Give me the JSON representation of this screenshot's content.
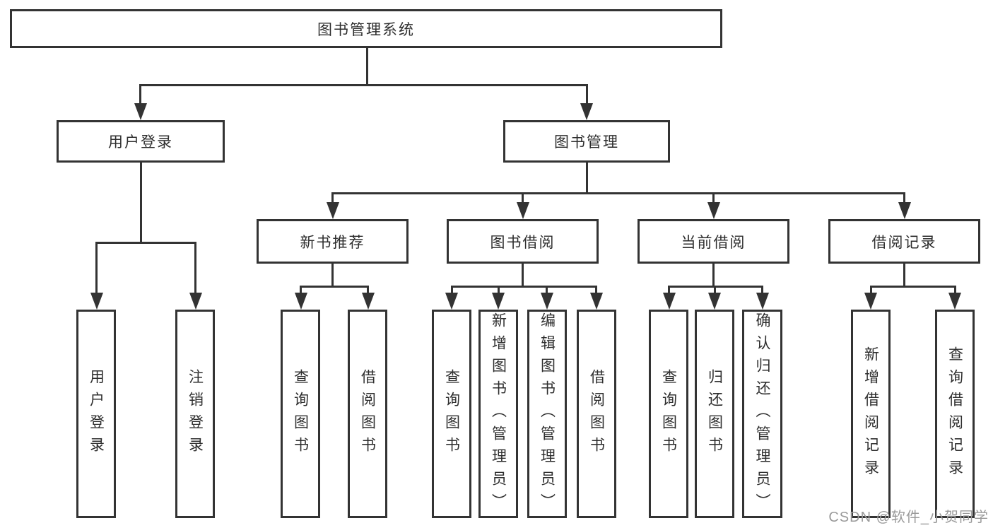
{
  "colors": {
    "line": "#333333",
    "text": "#2e2e2e",
    "watermark": "#9a9a9a",
    "background": "#ffffff"
  },
  "watermark": {
    "text": "CSDN @软件_小贺同学"
  },
  "tree": {
    "root": {
      "label": "图书管理系统",
      "children": [
        {
          "label": "用户登录",
          "children": [
            {
              "label": "用户登录"
            },
            {
              "label": "注销登录"
            }
          ]
        },
        {
          "label": "图书管理",
          "children": [
            {
              "label": "新书推荐",
              "children": [
                {
                  "label": "查询图书"
                },
                {
                  "label": "借阅图书"
                }
              ]
            },
            {
              "label": "图书借阅",
              "children": [
                {
                  "label": "查询图书"
                },
                {
                  "label": "新增图书（管理员）"
                },
                {
                  "label": "编辑图书（管理员）"
                },
                {
                  "label": "借阅图书"
                }
              ]
            },
            {
              "label": "当前借阅",
              "children": [
                {
                  "label": "查询图书"
                },
                {
                  "label": "归还图书"
                },
                {
                  "label": "确认归还（管理员）"
                }
              ]
            },
            {
              "label": "借阅记录",
              "children": [
                {
                  "label": "新增借阅记录"
                },
                {
                  "label": "查询借阅记录"
                }
              ]
            }
          ]
        }
      ]
    }
  }
}
